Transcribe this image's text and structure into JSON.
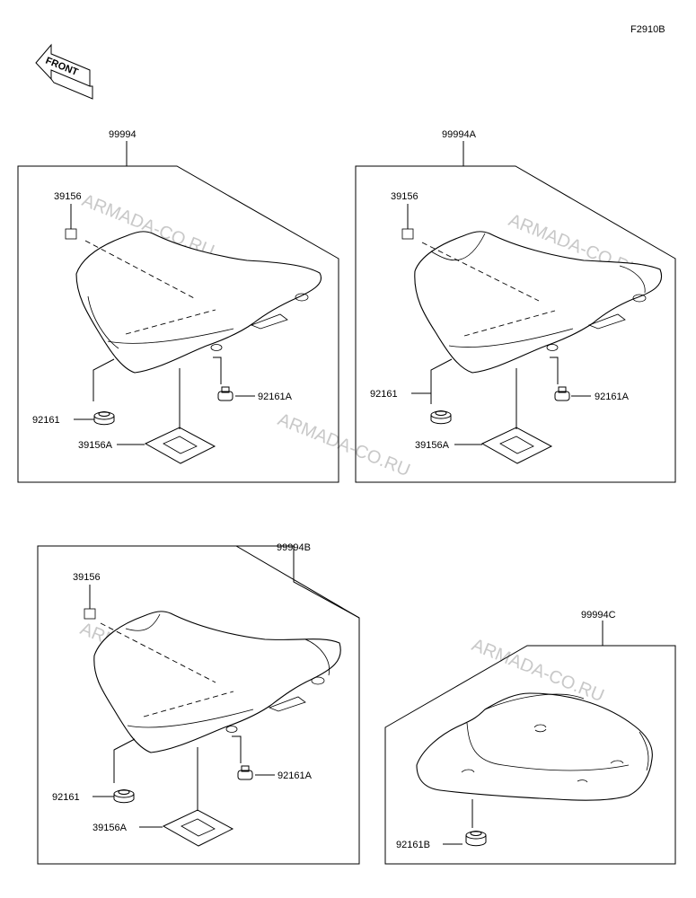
{
  "figure_code": "F2910B",
  "front_arrow_label": "FRONT",
  "watermark": "ARMADA-CO.RU",
  "panels": [
    {
      "kit": "99994",
      "labels": [
        "39156",
        "92161",
        "92161A",
        "39156A"
      ]
    },
    {
      "kit": "99994A",
      "labels": [
        "39156",
        "92161",
        "92161A",
        "39156A"
      ]
    },
    {
      "kit": "99994B",
      "labels": [
        "39156",
        "92161",
        "92161A",
        "39156A"
      ]
    },
    {
      "kit": "99994C",
      "labels": [
        "92161B"
      ]
    }
  ]
}
